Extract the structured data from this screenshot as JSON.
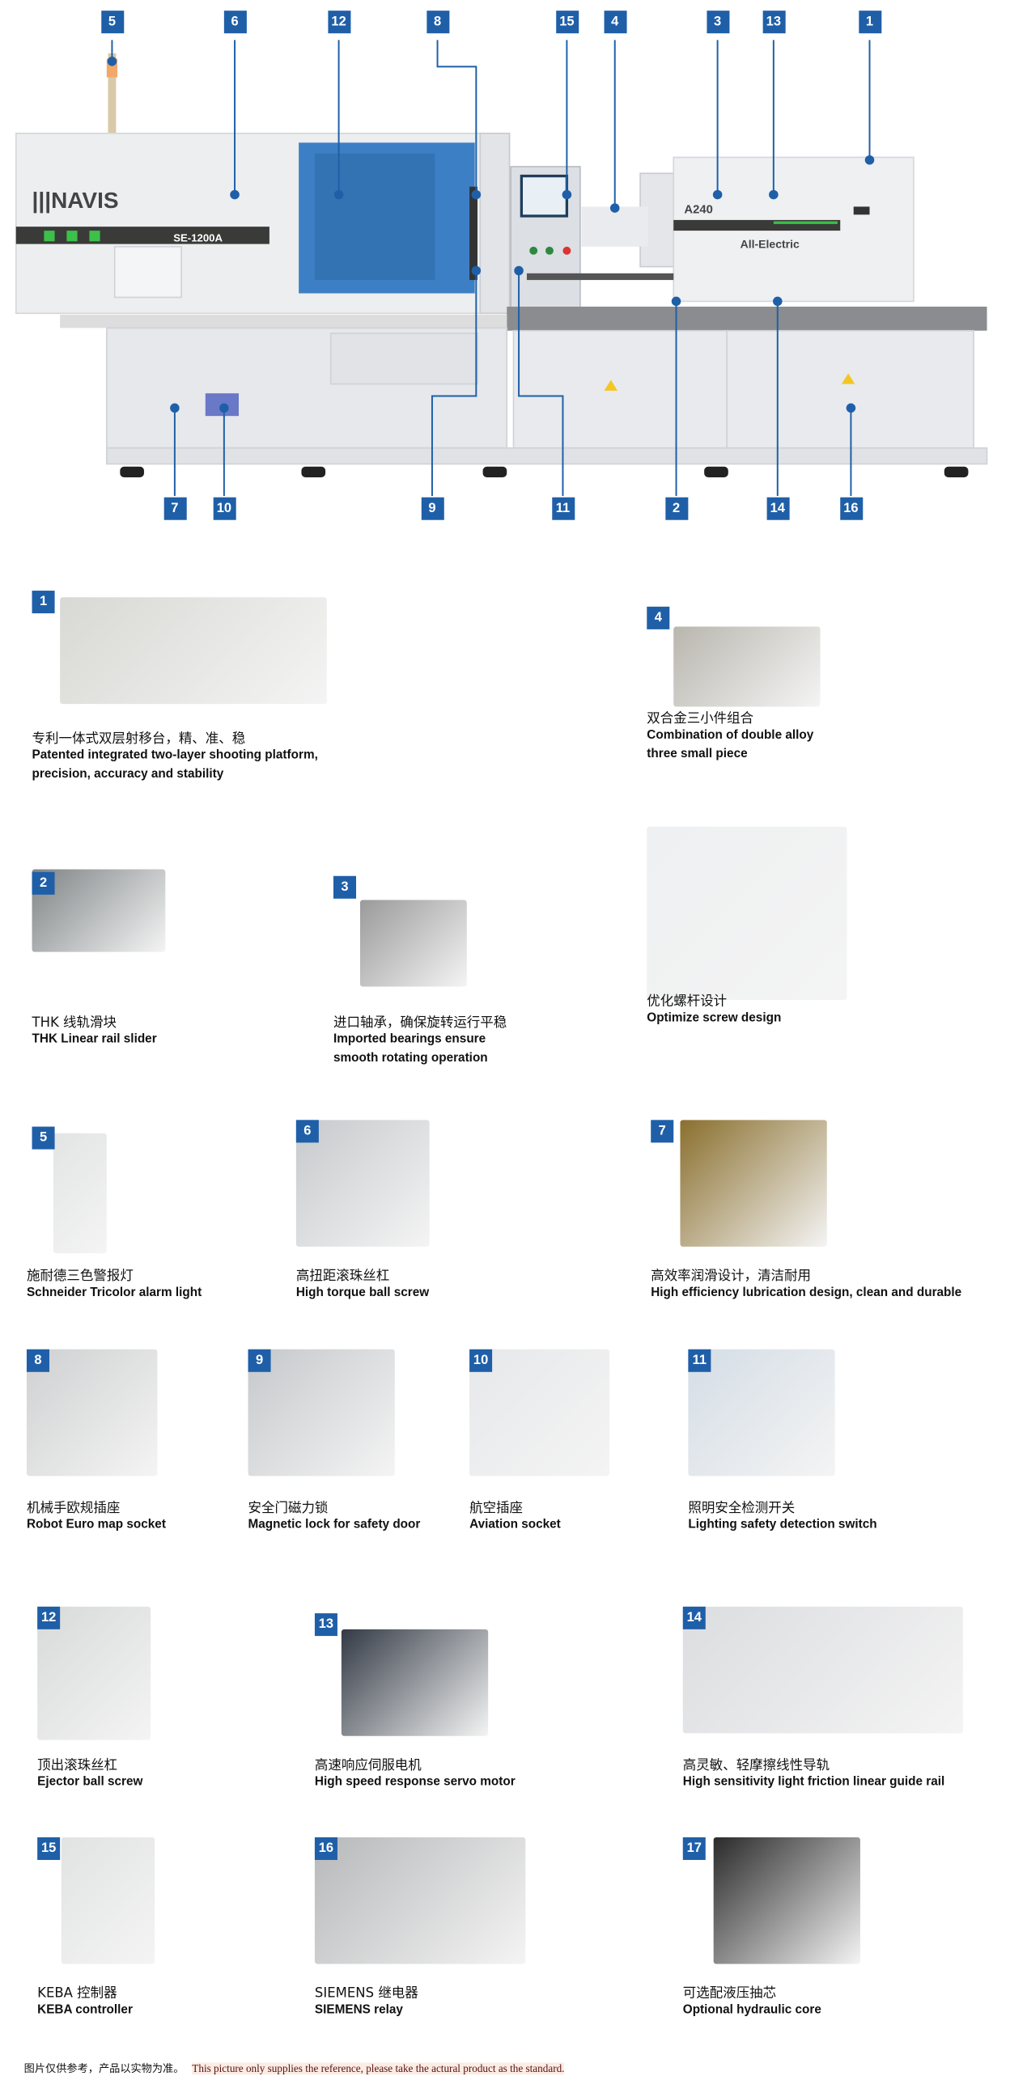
{
  "machine": {
    "brand": "NAVIS",
    "model": "SE-1200A",
    "unit_model": "A240",
    "unit_label": "All-Electric",
    "callouts_top": [
      "5",
      "6",
      "12",
      "8",
      "15",
      "4",
      "3",
      "13",
      "1"
    ],
    "callouts_bottom": [
      "7",
      "10",
      "9",
      "11",
      "2",
      "14",
      "16"
    ]
  },
  "features": [
    {
      "num": "1",
      "cn": "专利一体式双层射移台，精、准、稳",
      "en": [
        "Patented integrated two-layer shooting platform,",
        "precision, accuracy and stability"
      ]
    },
    {
      "num": "4",
      "cn": "双合金三小件组合",
      "en": [
        "Combination of double alloy",
        "three small piece"
      ]
    },
    {
      "num": "2",
      "cn": "THK 线轨滑块",
      "en": [
        "THK Linear rail slider"
      ]
    },
    {
      "num": "3",
      "cn": "进口轴承，确保旋转运行平稳",
      "en": [
        "Imported bearings ensure",
        "smooth rotating operation"
      ]
    },
    {
      "num": "",
      "cn": "优化螺杆设计",
      "en": [
        "Optimize screw design"
      ]
    },
    {
      "num": "5",
      "cn": "施耐德三色警报灯",
      "en": [
        "Schneider Tricolor alarm light"
      ]
    },
    {
      "num": "6",
      "cn": "高扭距滚珠丝杠",
      "en": [
        "High torque ball screw"
      ]
    },
    {
      "num": "7",
      "cn": "高效率润滑设计，清洁耐用",
      "en": [
        "High efficiency lubrication design, clean and durable"
      ]
    },
    {
      "num": "8",
      "cn": "机械手欧规插座",
      "en": [
        "Robot Euro map socket"
      ]
    },
    {
      "num": "9",
      "cn": "安全门磁力锁",
      "en": [
        "Magnetic lock for safety door"
      ]
    },
    {
      "num": "10",
      "cn": "航空插座",
      "en": [
        "Aviation socket"
      ]
    },
    {
      "num": "11",
      "cn": "照明安全检测开关",
      "en": [
        "Lighting safety detection switch"
      ]
    },
    {
      "num": "12",
      "cn": "顶出滚珠丝杠",
      "en": [
        "Ejector ball screw"
      ]
    },
    {
      "num": "13",
      "cn": "高速响应伺服电机",
      "en": [
        "High speed response servo motor"
      ]
    },
    {
      "num": "14",
      "cn": "高灵敏、轻摩擦线性导轨",
      "en": [
        "High sensitivity light friction linear guide rail"
      ]
    },
    {
      "num": "15",
      "cn": "KEBA 控制器",
      "en": [
        "KEBA controller"
      ]
    },
    {
      "num": "16",
      "cn": "SIEMENS 继电器",
      "en": [
        "SIEMENS relay"
      ]
    },
    {
      "num": "17",
      "cn": "可选配液压抽芯",
      "en": [
        "Optional hydraulic core"
      ]
    }
  ],
  "footer": {
    "cn": "图片仅供参考，产品以实物为准。",
    "en": "This picture only supplies the reference, please take the actural product as the standard."
  },
  "colors": {
    "badge": "#1f5fa8",
    "machine": "#e9ebee",
    "stripe": "#3a3a38",
    "accent_green": "#3cc04a",
    "window": "#3d7fc4"
  }
}
